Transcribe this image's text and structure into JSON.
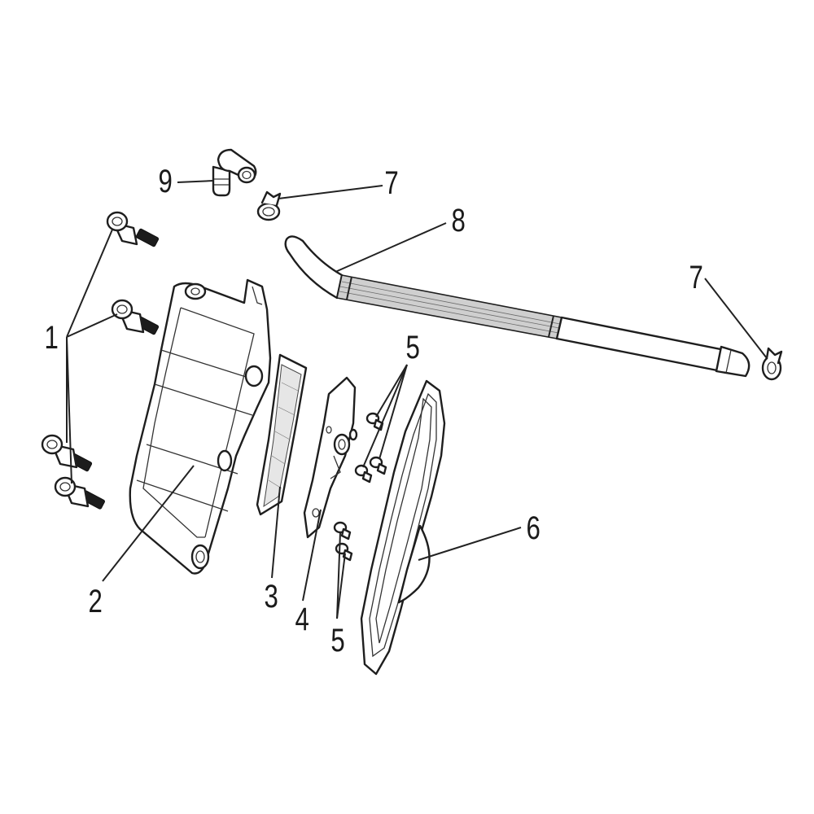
{
  "diagram": {
    "callouts": [
      {
        "id": "c1",
        "text": "1"
      },
      {
        "id": "c2",
        "text": "2"
      },
      {
        "id": "c3",
        "text": "3"
      },
      {
        "id": "c4",
        "text": "4"
      },
      {
        "id": "c5a",
        "text": "5"
      },
      {
        "id": "c5b",
        "text": "5"
      },
      {
        "id": "c6",
        "text": "6"
      },
      {
        "id": "c7a",
        "text": "7"
      },
      {
        "id": "c7b",
        "text": "7"
      },
      {
        "id": "c8",
        "text": "8"
      },
      {
        "id": "c9",
        "text": "9"
      }
    ]
  }
}
